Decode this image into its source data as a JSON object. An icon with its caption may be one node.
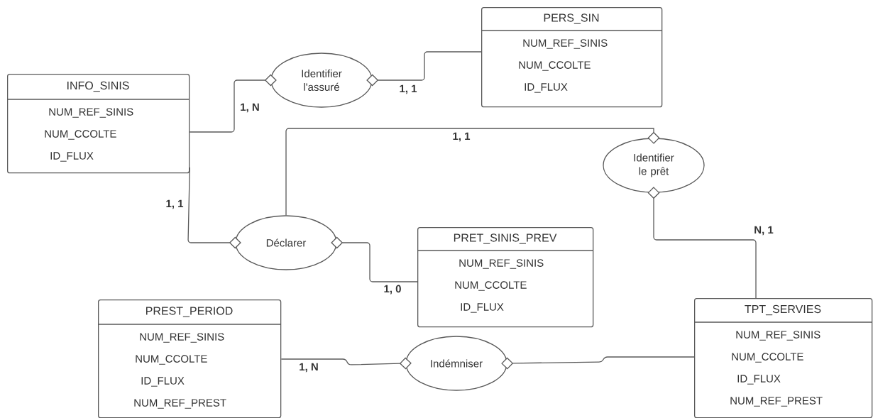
{
  "diagram": {
    "nodes": [
      {
        "text": [
          "INFO_SINIS",
          "NUM_REF_SINIS",
          "NUM_CCOLTE",
          "ID_FLUX"
        ]
      },
      {
        "text": [
          "Identifier l'assuré"
        ]
      },
      {
        "text": [
          "PERS_SIN",
          "NUM_REF_SINIS",
          "NUM_CCOLTE",
          "ID_FLUX"
        ]
      },
      {
        "text": [
          "Identifier le prêt"
        ]
      },
      {
        "text": [
          "Déclarer"
        ]
      },
      {
        "text": [
          "PRET_SINIS_PREV",
          "NUM_REF_SINIS",
          "NUM_CCOLTE",
          "ID_FLUX"
        ]
      },
      {
        "text": [
          "PREST_PERIOD",
          "NUM_REF_SINIS",
          "NUM_CCOLTE",
          "ID_FLUX",
          "NUM_REF_PREST"
        ]
      },
      {
        "text": [
          "Indémniser"
        ]
      },
      {
        "text": [
          "TPT_SERVIES",
          "NUM_REF_SINIS",
          "NUM_CCOLTE",
          "ID_FLUX",
          "NUM_REF_PREST"
        ]
      }
    ],
    "edges": [
      {
        "from": 0,
        "to": 1,
        "arrow": "other",
        "label": "1, N"
      },
      {
        "from": 2,
        "to": 1,
        "arrow": "other",
        "label": "1, 1"
      },
      {
        "from": 0,
        "to": 4,
        "arrow": "other",
        "label": "1, 1"
      },
      {
        "from": 5,
        "to": 4,
        "arrow": "other",
        "label": "1, 0"
      },
      {
        "from": 4,
        "to": 3,
        "arrow": "other",
        "label": "1, 1"
      },
      {
        "from": 8,
        "to": 3,
        "arrow": "other",
        "label": "N, 1"
      },
      {
        "from": 6,
        "to": 7,
        "arrow": "other",
        "label": "1, N"
      },
      {
        "from": 8,
        "to": 7,
        "arrow": "other"
      }
    ]
  }
}
